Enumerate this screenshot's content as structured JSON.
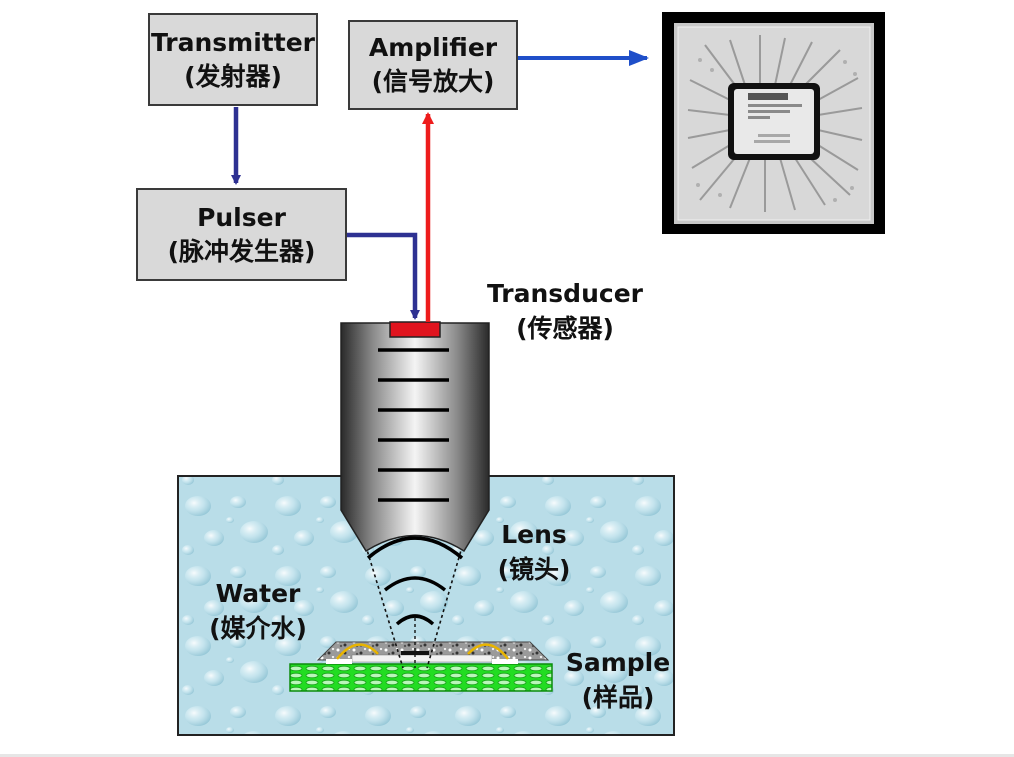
{
  "blocks": {
    "transmitter": {
      "en": "Transmitter",
      "zh": "(发射器)"
    },
    "amplifier": {
      "en": "Amplifier",
      "zh": "(信号放大)"
    },
    "pulser": {
      "en": "Pulser",
      "zh": "(脉冲发生器)"
    }
  },
  "labels": {
    "transducer": {
      "en": "Transducer",
      "zh": "(传感器)"
    },
    "lens": {
      "en": "Lens",
      "zh": "(镜头)"
    },
    "water": {
      "en": "Water",
      "zh": "(媒介水)"
    },
    "sample": {
      "en": "Sample",
      "zh": "(样品)"
    }
  },
  "colors": {
    "arrow_blue_signal": "#2e3192",
    "arrow_blue_output": "#1f4fc9",
    "arrow_red_echo": "#ee1c1c",
    "transducer_element": "#e0141e",
    "box_fill": "#d9d9d9",
    "water": "#b7dbe6",
    "sample_board": "#22dd22"
  },
  "image": {
    "subject": "scan-result-chip-image"
  }
}
